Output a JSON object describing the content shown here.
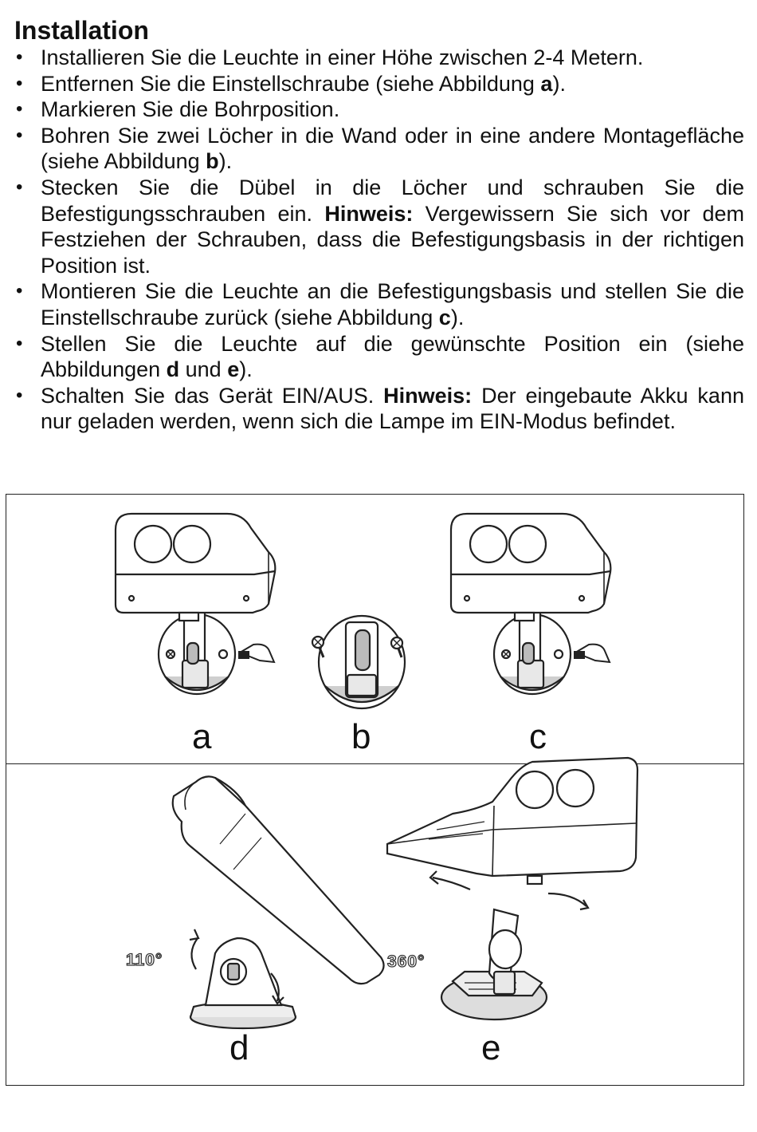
{
  "heading": "Installation",
  "steps": [
    {
      "text": "Installieren Sie die Leuchte in einer Höhe zwischen 2-4 Metern."
    },
    {
      "before": "Entfernen Sie die Einstellschraube (siehe Abbildung ",
      "bold": "a",
      "after": ")."
    },
    {
      "text": "Markieren Sie die Bohrposition."
    },
    {
      "before": "Bohren Sie zwei Löcher in die Wand oder in eine andere Montagefläche (siehe Abbildung ",
      "bold": "b",
      "after": ")."
    },
    {
      "before": "Stecken Sie die Dübel in die Löcher und schrauben Sie die Befestigungsschrauben ein. ",
      "bold": "Hinweis:",
      "after": " Vergewissern Sie sich vor dem Festziehen der Schrauben, dass die Befestigungsbasis in der richtigen Position ist."
    },
    {
      "before": "Montieren Sie die Leuchte an die Befestigungsbasis und stellen Sie die Einstellschraube zurück (siehe Abbildung ",
      "bold": "c",
      "after": ")."
    },
    {
      "before": " Stellen Sie die Leuchte auf die gewünschte Position ein (siehe Abbildungen ",
      "bold": "d",
      "middle": " und ",
      "bold2": "e",
      "after": ")."
    },
    {
      "before": "Schalten Sie das Gerät EIN/AUS. ",
      "bold": "Hinweis:",
      "after": " Der eingebaute Akku kann nur geladen werden, wenn sich die Lampe im EIN-Modus befindet."
    }
  ],
  "figures": {
    "a": "a",
    "b": "b",
    "c": "c",
    "d": "d",
    "e": "e",
    "angle_d": "110°",
    "angle_e": "360°"
  }
}
